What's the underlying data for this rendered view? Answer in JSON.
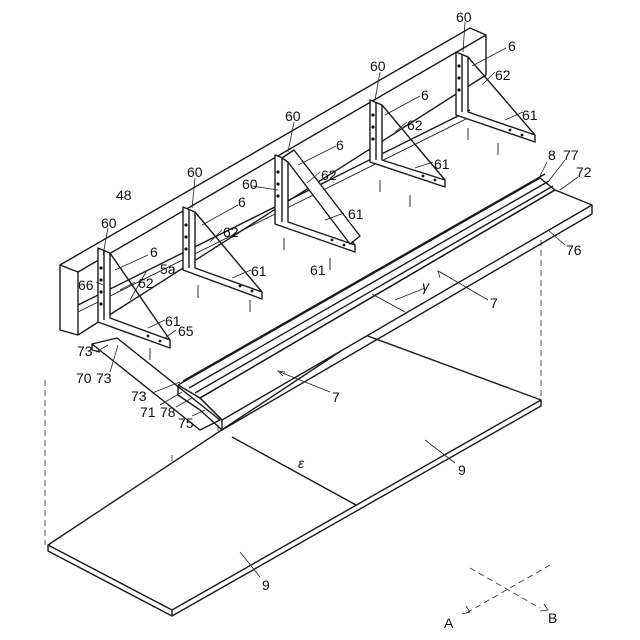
{
  "labels": {
    "l60a": "60",
    "l6a": "6",
    "l62a": "62",
    "l61a": "61",
    "l60b": "60",
    "l6b": "6",
    "l62b": "62",
    "l61b": "61",
    "l60c": "60",
    "l60d": "60",
    "l6c": "6",
    "l62c": "62",
    "l61c": "61",
    "l61d": "61",
    "l60e": "60",
    "l6e": "6",
    "l62e": "62",
    "l61e": "61",
    "l60f": "60",
    "l66": "66",
    "l6f": "6",
    "l62f": "62",
    "l5a": "5a",
    "l61f": "61",
    "l65": "65",
    "l48": "48",
    "l8": "8",
    "l77": "77",
    "l72": "72",
    "l76": "76",
    "l7a": "7",
    "l7b": "7",
    "lgamma": "γ",
    "l73a": "73",
    "l70": "70",
    "l73b": "73",
    "l73c": "73",
    "l71": "71",
    "l78": "78",
    "l75": "75",
    "leps": "ε",
    "l9a": "9",
    "l9b": "9",
    "lA": "A",
    "lB": "B"
  }
}
